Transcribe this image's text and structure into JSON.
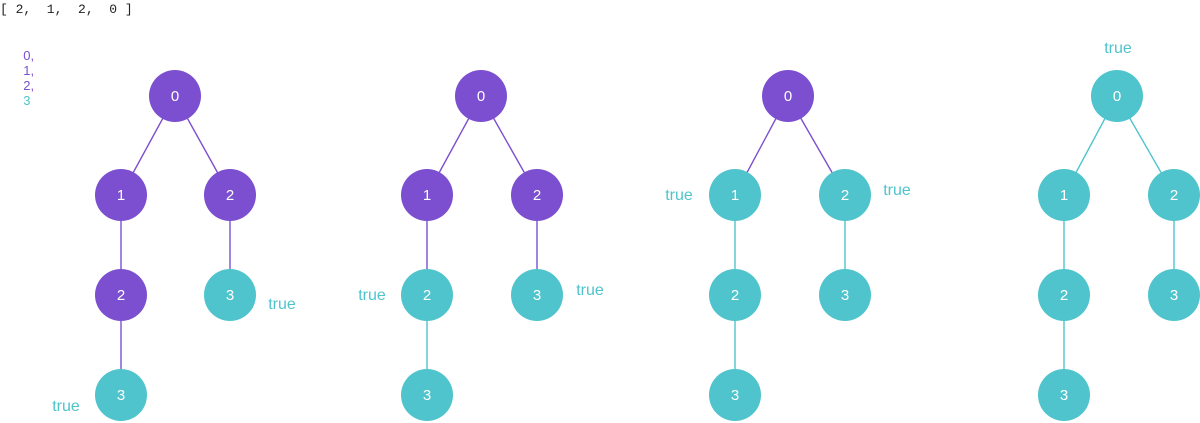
{
  "header": {
    "array_text": "[ 2,  1,  2,  0 ]",
    "sequence": [
      {
        "text": "0,",
        "color": "#7b4fcf"
      },
      {
        "text": "1,",
        "color": "#7b4fcf"
      },
      {
        "text": "2,",
        "color": "#7b4fcf"
      },
      {
        "text": "3",
        "color": "#4fc4cc"
      }
    ]
  },
  "colors": {
    "purple": "#7b4fcf",
    "teal": "#4fc4cc",
    "node_text": "#ffffff",
    "label": "#4fc4cc"
  },
  "trees": [
    {
      "nodes": [
        {
          "id": "a",
          "label": "0",
          "color": "purple"
        },
        {
          "id": "b",
          "label": "1",
          "color": "purple"
        },
        {
          "id": "c",
          "label": "2",
          "color": "purple"
        },
        {
          "id": "d",
          "label": "2",
          "color": "purple"
        },
        {
          "id": "e",
          "label": "3",
          "color": "teal",
          "annotation": "true"
        },
        {
          "id": "f",
          "label": "3",
          "color": "teal",
          "annotation": "true"
        }
      ],
      "edges": [
        {
          "from": "a",
          "to": "b",
          "color": "purple"
        },
        {
          "from": "a",
          "to": "c",
          "color": "purple"
        },
        {
          "from": "b",
          "to": "d",
          "color": "purple"
        },
        {
          "from": "c",
          "to": "e",
          "color": "purple"
        },
        {
          "from": "d",
          "to": "f",
          "color": "purple"
        }
      ]
    },
    {
      "nodes": [
        {
          "id": "a",
          "label": "0",
          "color": "purple"
        },
        {
          "id": "b",
          "label": "1",
          "color": "purple"
        },
        {
          "id": "c",
          "label": "2",
          "color": "purple"
        },
        {
          "id": "d",
          "label": "2",
          "color": "teal",
          "annotation": "true"
        },
        {
          "id": "e",
          "label": "3",
          "color": "teal",
          "annotation": "true"
        },
        {
          "id": "f",
          "label": "3",
          "color": "teal"
        }
      ],
      "edges": [
        {
          "from": "a",
          "to": "b",
          "color": "purple"
        },
        {
          "from": "a",
          "to": "c",
          "color": "purple"
        },
        {
          "from": "b",
          "to": "d",
          "color": "purple"
        },
        {
          "from": "c",
          "to": "e",
          "color": "purple"
        },
        {
          "from": "d",
          "to": "f",
          "color": "teal"
        }
      ]
    },
    {
      "nodes": [
        {
          "id": "a",
          "label": "0",
          "color": "purple"
        },
        {
          "id": "b",
          "label": "1",
          "color": "teal",
          "annotation": "true"
        },
        {
          "id": "c",
          "label": "2",
          "color": "teal",
          "annotation": "true"
        },
        {
          "id": "d",
          "label": "2",
          "color": "teal"
        },
        {
          "id": "e",
          "label": "3",
          "color": "teal"
        },
        {
          "id": "f",
          "label": "3",
          "color": "teal"
        }
      ],
      "edges": [
        {
          "from": "a",
          "to": "b",
          "color": "purple"
        },
        {
          "from": "a",
          "to": "c",
          "color": "purple"
        },
        {
          "from": "b",
          "to": "d",
          "color": "teal"
        },
        {
          "from": "c",
          "to": "e",
          "color": "teal"
        },
        {
          "from": "d",
          "to": "f",
          "color": "teal"
        }
      ]
    },
    {
      "nodes": [
        {
          "id": "a",
          "label": "0",
          "color": "teal",
          "annotation": "true"
        },
        {
          "id": "b",
          "label": "1",
          "color": "teal"
        },
        {
          "id": "c",
          "label": "2",
          "color": "teal"
        },
        {
          "id": "d",
          "label": "2",
          "color": "teal"
        },
        {
          "id": "e",
          "label": "3",
          "color": "teal"
        },
        {
          "id": "f",
          "label": "3",
          "color": "teal"
        }
      ],
      "edges": [
        {
          "from": "a",
          "to": "b",
          "color": "teal"
        },
        {
          "from": "a",
          "to": "c",
          "color": "teal"
        },
        {
          "from": "b",
          "to": "d",
          "color": "teal"
        },
        {
          "from": "c",
          "to": "e",
          "color": "teal"
        },
        {
          "from": "d",
          "to": "f",
          "color": "teal"
        }
      ]
    }
  ]
}
